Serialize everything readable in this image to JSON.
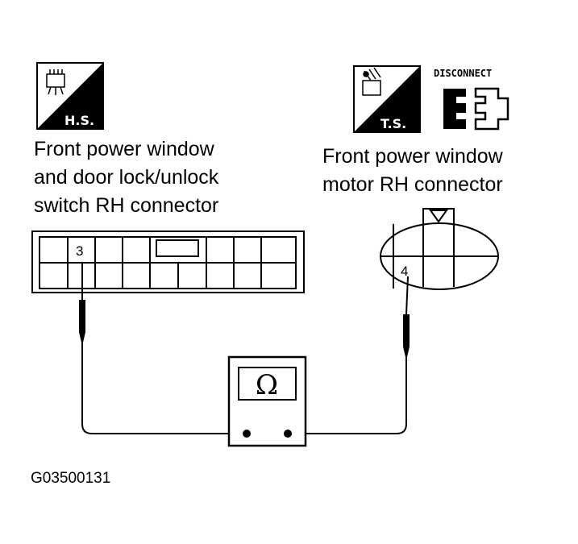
{
  "left_connector": {
    "badge": "H.S.",
    "label_lines": [
      "Front power window",
      "and door lock/unlock",
      "switch RH connector"
    ],
    "pin": "3"
  },
  "right_connector": {
    "badge": "T.S.",
    "disconnect_label": "DISCONNECT",
    "label_lines": [
      "Front power window",
      "motor RH connector"
    ],
    "pin": "4"
  },
  "meter": {
    "symbol": "Ω"
  },
  "figure_code": "G03500131"
}
